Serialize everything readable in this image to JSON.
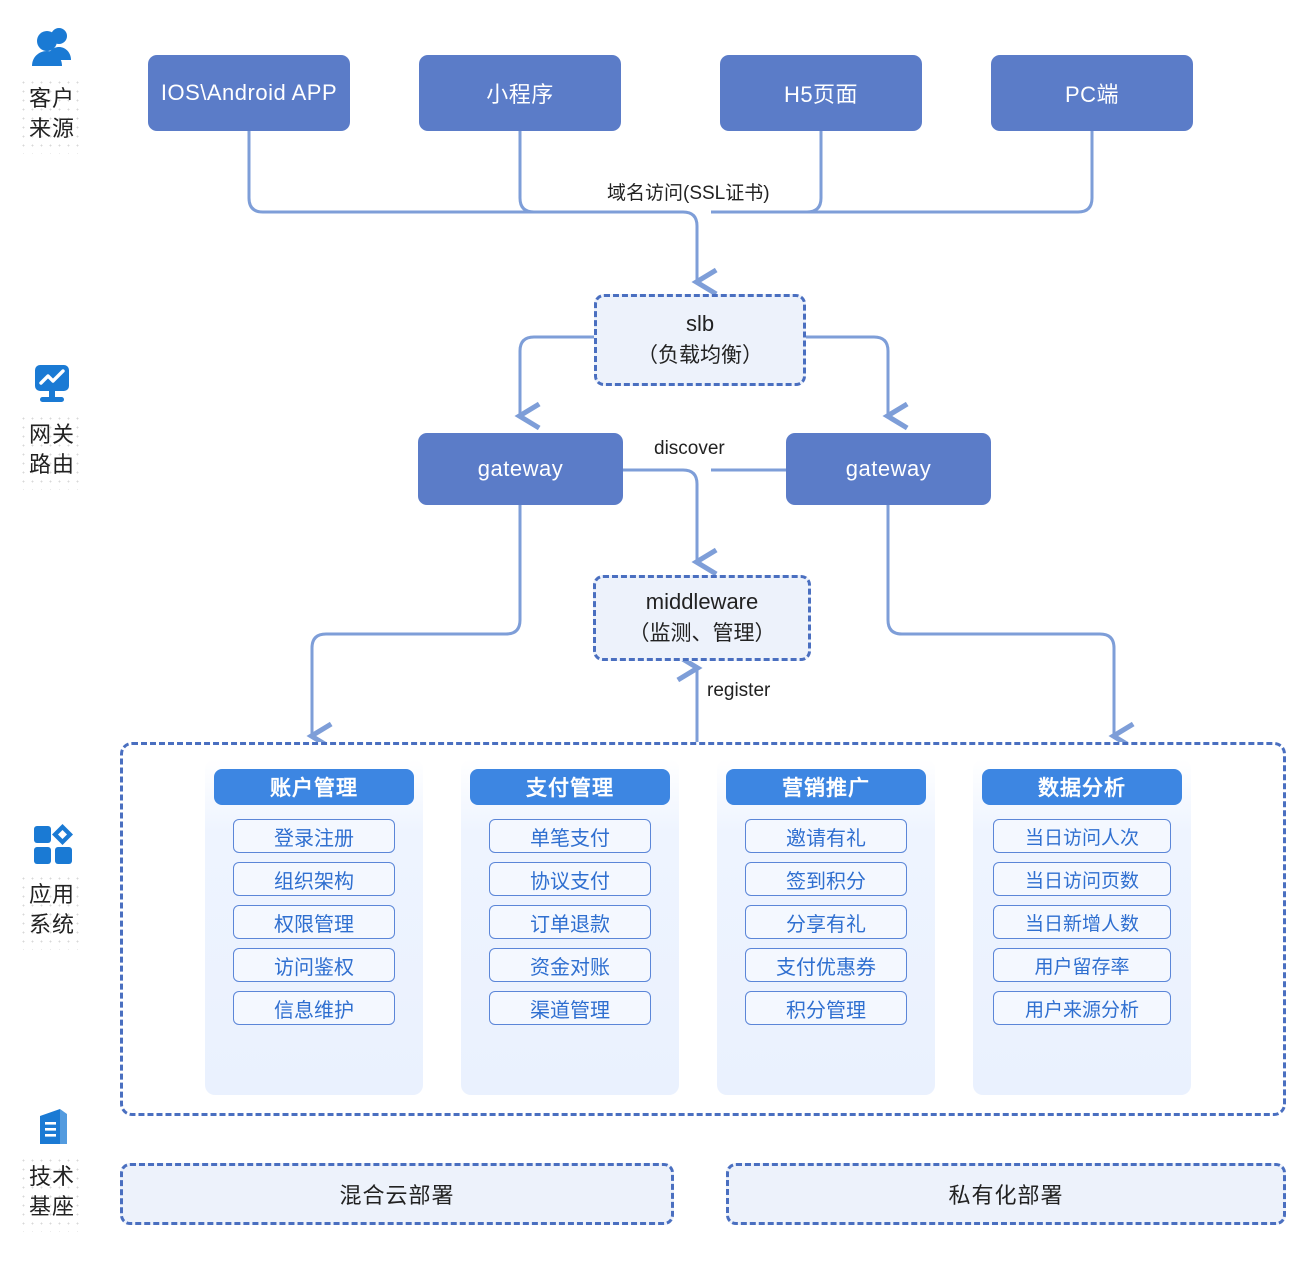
{
  "rail": [
    {
      "label_lines": [
        "客户",
        "来源"
      ],
      "icon": "people-icon"
    },
    {
      "label_lines": [
        "网关",
        "路由"
      ],
      "icon": "monitor-chart-icon"
    },
    {
      "label_lines": [
        "应用",
        "系统"
      ],
      "icon": "app-grid-icon"
    },
    {
      "label_lines": [
        "技术",
        "基座"
      ],
      "icon": "building-icon"
    }
  ],
  "clients": [
    {
      "label": "IOS\\Android APP"
    },
    {
      "label": "小程序"
    },
    {
      "label": "H5页面"
    },
    {
      "label": "PC端"
    }
  ],
  "edge_labels": {
    "domain_access": "域名访问(SSL证书)",
    "discover": "discover",
    "register": "register"
  },
  "slb": {
    "title": "slb",
    "subtitle": "（负载均衡）"
  },
  "gateways": [
    {
      "label": "gateway"
    },
    {
      "label": "gateway"
    }
  ],
  "middleware": {
    "title": "middleware",
    "subtitle": "（监测、管理）"
  },
  "app_columns": [
    {
      "header": "账户管理",
      "items": [
        "登录注册",
        "组织架构",
        "权限管理",
        "访问鉴权",
        "信息维护"
      ]
    },
    {
      "header": "支付管理",
      "items": [
        "单笔支付",
        "协议支付",
        "订单退款",
        "资金对账",
        "渠道管理"
      ]
    },
    {
      "header": "营销推广",
      "items": [
        "邀请有礼",
        "签到积分",
        "分享有礼",
        "支付优惠券",
        "积分管理"
      ]
    },
    {
      "header": "数据分析",
      "items": [
        "当日访问人次",
        "当日访问页数",
        "当日新增人数",
        "用户留存率",
        "用户来源分析"
      ]
    }
  ],
  "deployments": [
    {
      "label": "混合云部署"
    },
    {
      "label": "私有化部署"
    }
  ],
  "colors": {
    "box_blue": "#5b7cc8",
    "header_blue": "#3d86e2",
    "icon_blue": "#1a7ad4",
    "dashed_border": "#4a6fc0",
    "dashed_fill": "#edf2fb",
    "wire": "#7e9ed8",
    "pill_text": "#2f6fd0"
  }
}
